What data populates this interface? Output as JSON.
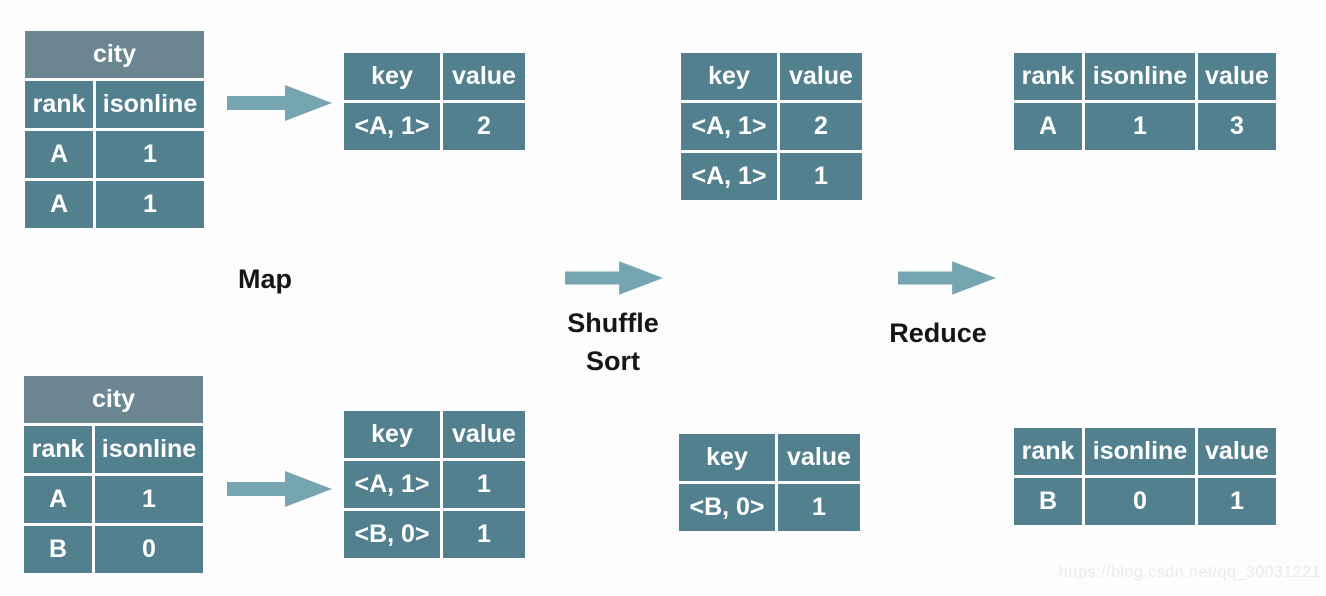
{
  "colors": {
    "cell": "#52808f",
    "city_header": "#6b8690",
    "arrow": "#76a5b2",
    "label": "#161616",
    "watermark": "#eaeaea",
    "background": "#fdfdfd"
  },
  "labels": {
    "map": "Map",
    "shuffle": "Shuffle",
    "sort": "Sort",
    "reduce": "Reduce"
  },
  "watermark": {
    "text": "https://blog.csdn.net/qq_30031221"
  },
  "tables": {
    "input_top": {
      "title": "city",
      "columns": [
        "rank",
        "isonline"
      ],
      "rows": [
        [
          "A",
          "1"
        ],
        [
          "A",
          "1"
        ]
      ]
    },
    "map_out_top": {
      "columns": [
        "key",
        "value"
      ],
      "rows": [
        [
          "<A, 1>",
          "2"
        ]
      ]
    },
    "shuffle_top": {
      "columns": [
        "key",
        "value"
      ],
      "rows": [
        [
          "<A, 1>",
          "2"
        ],
        [
          "<A, 1>",
          "1"
        ]
      ]
    },
    "reduce_top": {
      "columns": [
        "rank",
        "isonline",
        "value"
      ],
      "rows": [
        [
          "A",
          "1",
          "3"
        ]
      ]
    },
    "input_bottom": {
      "title": "city",
      "columns": [
        "rank",
        "isonline"
      ],
      "rows": [
        [
          "A",
          "1"
        ],
        [
          "B",
          "0"
        ]
      ]
    },
    "map_out_bottom": {
      "columns": [
        "key",
        "value"
      ],
      "rows": [
        [
          "<A, 1>",
          "1"
        ],
        [
          "<B, 0>",
          "1"
        ]
      ]
    },
    "shuffle_bottom": {
      "columns": [
        "key",
        "value"
      ],
      "rows": [
        [
          "<B, 0>",
          "1"
        ]
      ]
    },
    "reduce_bottom": {
      "columns": [
        "rank",
        "isonline",
        "value"
      ],
      "rows": [
        [
          "B",
          "0",
          "1"
        ]
      ]
    }
  }
}
